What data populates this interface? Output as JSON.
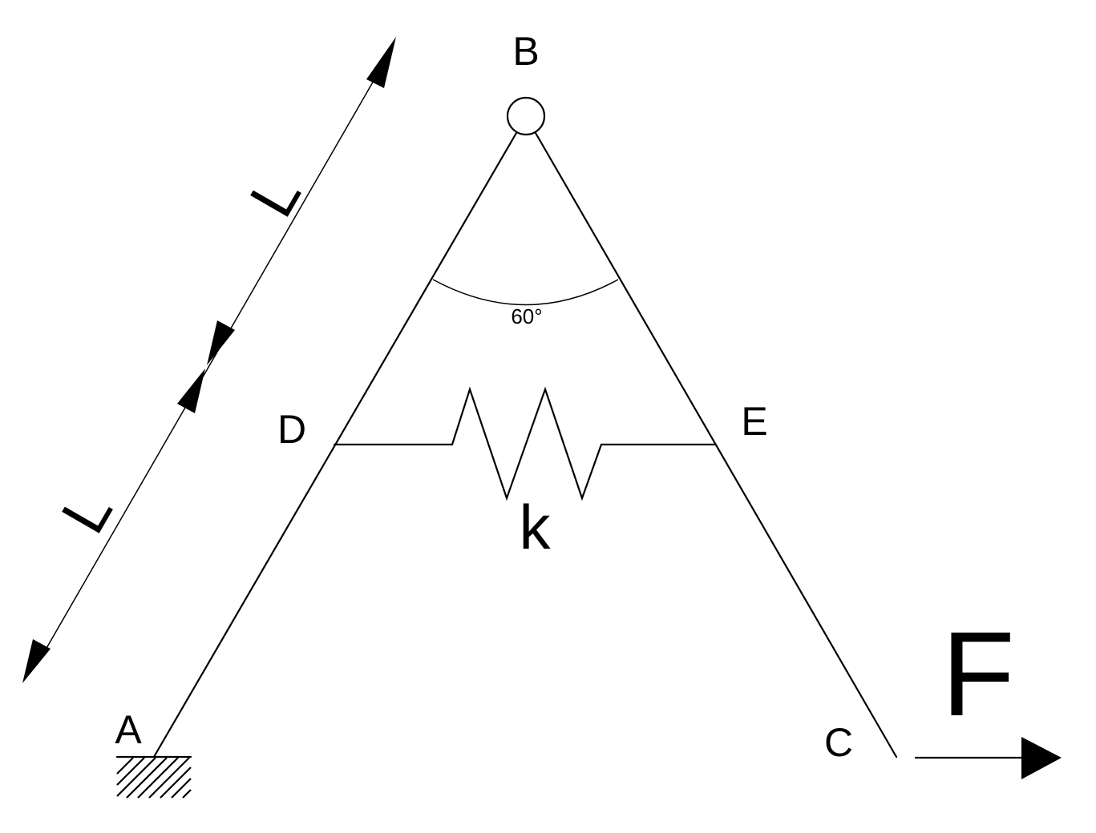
{
  "labels": {
    "point_a": "A",
    "point_b": "B",
    "point_c": "C",
    "point_d": "D",
    "point_e": "E",
    "length_upper": "L",
    "length_lower": "L",
    "angle": "60°",
    "spring_constant": "k",
    "force": "F"
  },
  "colors": {
    "ink": "#000000",
    "background": "#ffffff"
  },
  "icons": {
    "pin": "hinge-circle",
    "support": "fixed-ground-hatch",
    "spring": "zigzag-spring"
  }
}
